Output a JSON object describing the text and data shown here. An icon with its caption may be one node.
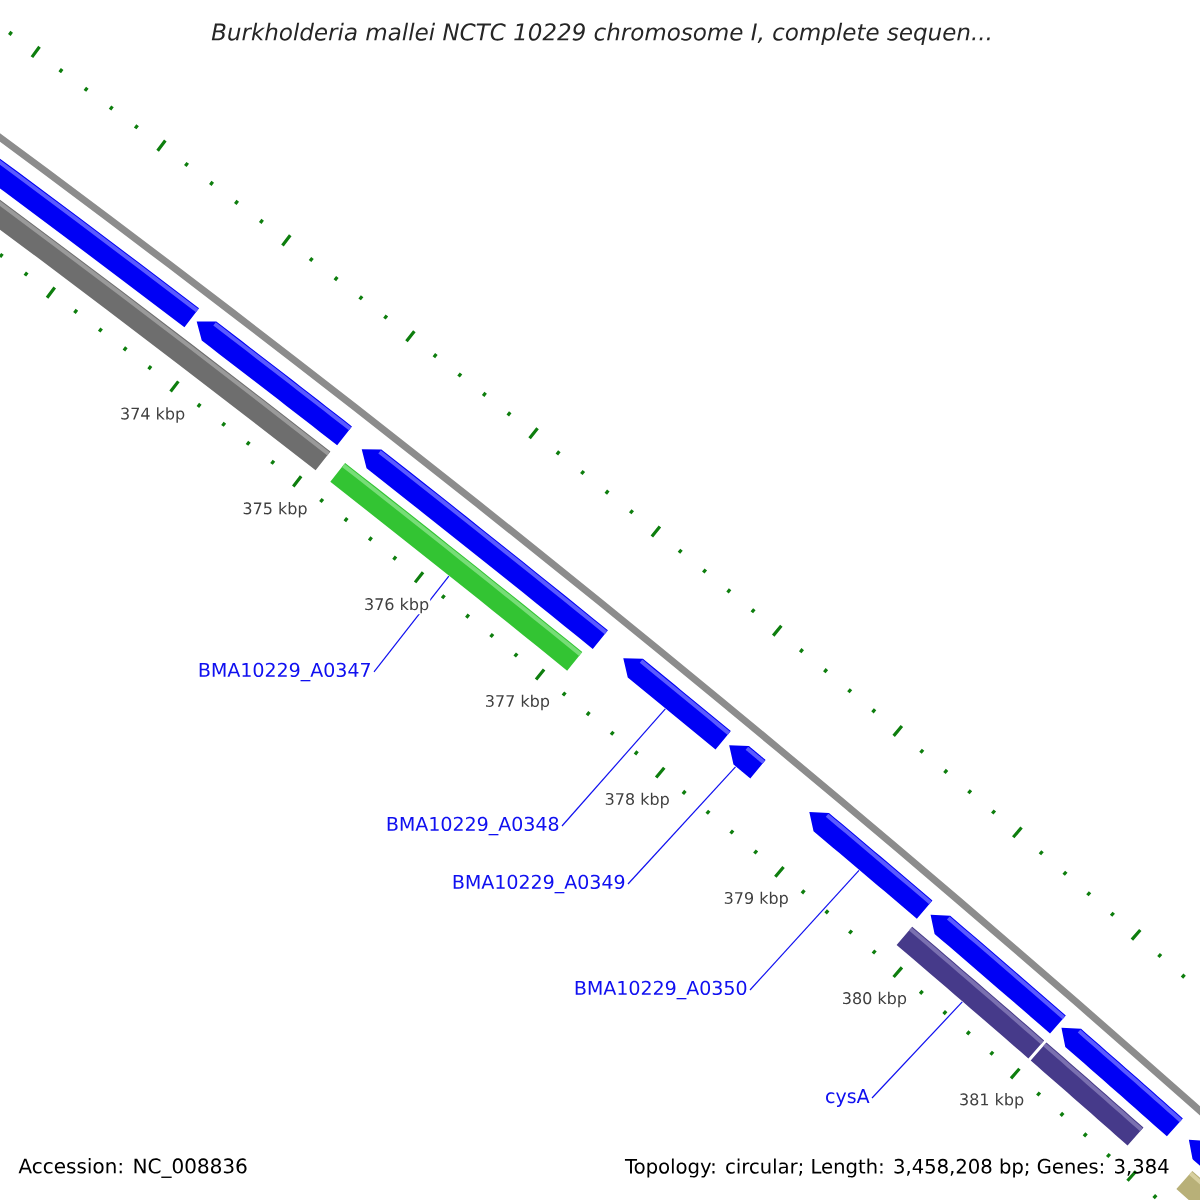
{
  "diagram": {
    "title": "Burkholderia mallei NCTC 10229 chromosome I, complete sequen...",
    "nodes": [
      {
        "text": [],
        "shape": "bar"
      },
      {
        "text": [],
        "shape": "bar"
      },
      {
        "text": [],
        "shape": "bar"
      },
      {
        "text": [],
        "shape": "bar"
      },
      {
        "text": [],
        "shape": "bar"
      },
      {
        "text": [],
        "shape": "bar"
      },
      {
        "text": [],
        "shape": "bar"
      },
      {
        "text": [],
        "shape": "bar"
      },
      {
        "text": [],
        "shape": "bar"
      },
      {
        "text": [],
        "shape": "bar"
      },
      {
        "text": [],
        "shape": "bar"
      },
      {
        "text": [],
        "shape": "bar"
      },
      {
        "text": [],
        "shape": "bar"
      },
      {
        "text": [],
        "shape": "bar"
      },
      {
        "text": [
          "BMA10229_A0347"
        ]
      },
      {
        "text": [
          "BMA10229_A0348"
        ]
      },
      {
        "text": [
          "BMA10229_A0349"
        ]
      },
      {
        "text": [
          "BMA10229_A0350"
        ]
      },
      {
        "text": [
          "cysA"
        ]
      }
    ],
    "edges": [
      {
        "from": 14,
        "to": 3,
        "arrow": "none"
      },
      {
        "from": 15,
        "to": 5,
        "arrow": "none"
      },
      {
        "from": 16,
        "to": 6,
        "arrow": "none"
      },
      {
        "from": 17,
        "to": 7,
        "arrow": "none"
      },
      {
        "from": 18,
        "to": 8,
        "arrow": "none"
      }
    ],
    "labels": [
      "374 kbp",
      "375 kbp",
      "376 kbp",
      "377 kbp",
      "378 kbp",
      "379 kbp",
      "380 kbp",
      "381 kbp",
      "Accession: NC_008836",
      "Topology: circular; Length: 3,458,208 bp; Genes: 3,384"
    ]
  }
}
